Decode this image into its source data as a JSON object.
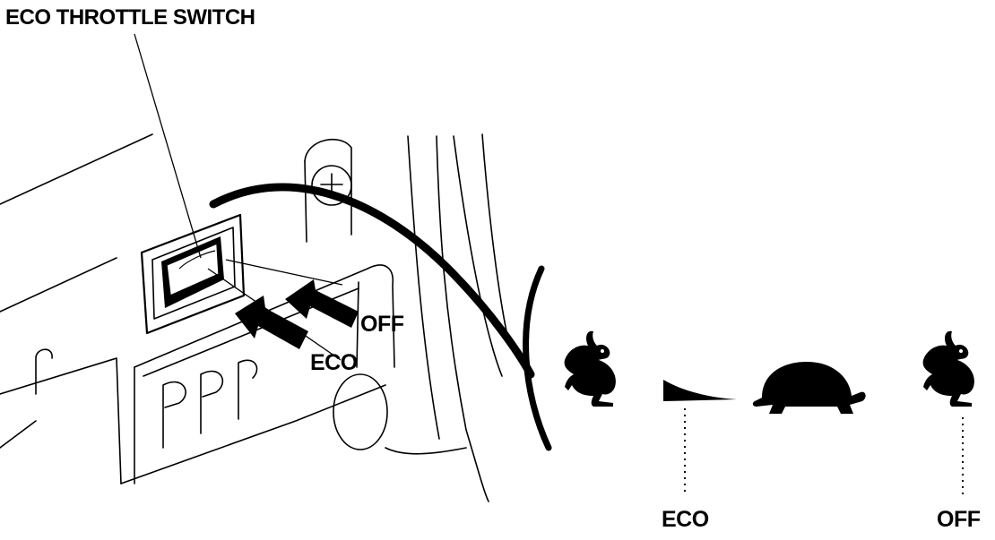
{
  "diagram": {
    "title_label": "ECO THROTTLE SWITCH",
    "switch_positions": {
      "off_label": "OFF",
      "eco_label": "ECO"
    },
    "throttle_scale": {
      "eco_label": "ECO",
      "off_label": "OFF"
    },
    "icons": [
      "rabbit-icon",
      "turtle-icon",
      "rabbit-icon"
    ],
    "ink_color": "#000000",
    "background_color": "#ffffff"
  }
}
